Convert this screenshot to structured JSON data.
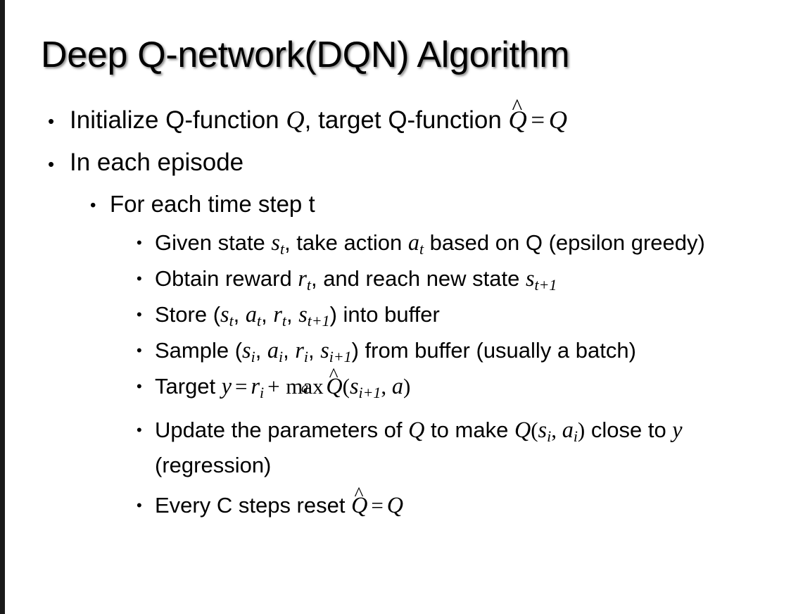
{
  "slide": {
    "title": "Deep Q-network(DQN) Algorithm",
    "background_color": "#ffffff",
    "text_color": "#000000",
    "left_bar_color": "#1a1a1a",
    "bullet_glyph": "•"
  },
  "content": {
    "line_initialize": {
      "pre": "Initialize Q-function ",
      "var_q1": "Q",
      "mid": ", target Q-function ",
      "var_qhat": "Q",
      "equals": "=",
      "var_q2": "Q"
    },
    "line_in_each_episode": "In each episode",
    "line_for_each_time_step": "For each time step t",
    "line_given_state": {
      "pre": "Given state ",
      "var_s": "s",
      "sub_s": "t",
      "mid": ", take action ",
      "var_a": "a",
      "sub_a": "t",
      "post": " based on Q (epsilon greedy)"
    },
    "line_obtain_reward": {
      "pre": "Obtain reward ",
      "var_r": "r",
      "sub_r": "t",
      "mid": ", and reach new state ",
      "var_s2": "s",
      "sub_s2": "t+1"
    },
    "line_store": {
      "pre": "Store (",
      "var_s": "s",
      "sub_s": "t",
      "c1": ", ",
      "var_a": "a",
      "sub_a": "t",
      "c2": ", ",
      "var_r": "r",
      "sub_r": "t",
      "c3": ", ",
      "var_s2": "s",
      "sub_s2": "t+1",
      "post": ") into buffer"
    },
    "line_sample": {
      "pre": "Sample (",
      "var_s": "s",
      "sub_s": "i",
      "c1": ", ",
      "var_a": "a",
      "sub_a": "i",
      "c2": ", ",
      "var_r": "r",
      "sub_r": "i",
      "c3": ", ",
      "var_s2": "s",
      "sub_s2": "i+1",
      "post": ") from buffer (usually a batch)"
    },
    "line_target": {
      "pre": "Target ",
      "var_y": "y",
      "equals": "=",
      "var_r": "r",
      "sub_r": "i",
      "plus": "+",
      "max_label": "max",
      "max_under": "a",
      "var_qhat": "Q",
      "open": "(",
      "var_s": "s",
      "sub_s": "i+1",
      "comma": ", ",
      "var_a": "a",
      "close": ")"
    },
    "line_update": {
      "pre": "Update the parameters of ",
      "var_q1": "Q",
      "mid": " to make ",
      "var_q2": "Q",
      "open": "(",
      "var_s": "s",
      "sub_s": "i",
      "comma": ", ",
      "var_a": "a",
      "sub_a": "i",
      "close": ")",
      "post": " close to ",
      "var_y": "y",
      "tail": " (regression)"
    },
    "line_every_c": {
      "pre": "Every C steps reset ",
      "var_qhat": "Q",
      "equals": "=",
      "var_q": "Q"
    }
  }
}
